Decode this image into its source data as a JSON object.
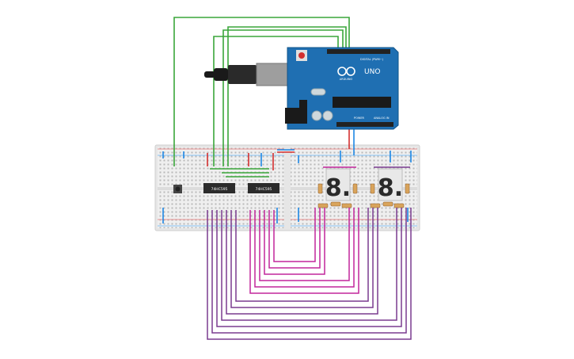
{
  "arduino": {
    "model": "UNO",
    "brand": "ARDUINO",
    "digital_label": "DIGITAL (PWM~)",
    "power_label": "POWER",
    "analog_label": "ANALOG IN",
    "board_color": "#1f6fb2"
  },
  "breadboard": {
    "chip_left_label": "74HC595",
    "chip_right_label": "74HC595"
  },
  "displays": [
    {
      "digit": "8."
    },
    {
      "digit": "8."
    }
  ],
  "wire_colors": {
    "green": "#3aa63a",
    "magenta": "#c2279b",
    "purple": "#7a3b8f",
    "red": "#d32f2f",
    "blue": "#1e88e5",
    "black": "#222222"
  }
}
